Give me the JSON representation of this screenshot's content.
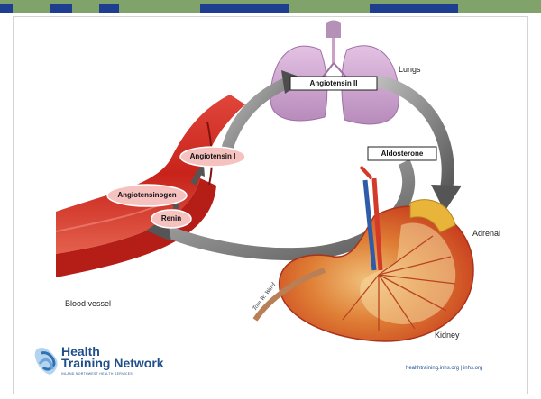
{
  "diagram": {
    "nodes": {
      "angiotensin_ii": "Angiotensin II",
      "angiotensin_i": "Angiotensin I",
      "angiotensinogen": "Angiotensinogen",
      "renin": "Renin",
      "aldosterone": "Aldosterone"
    },
    "labels": {
      "lungs": "Lungs",
      "adrenal": "Adrenal",
      "blood_vessel": "Blood vessel",
      "kidney": "Kidney",
      "signature": "Tom W. Ward"
    }
  },
  "footer": {
    "logo_line1": "Health",
    "logo_line2": "Training Network",
    "logo_subtitle": "INLAND NORTHWEST HEALTH SERVICES",
    "url": "healthtraining.inhs.org  |  inhs.org"
  }
}
